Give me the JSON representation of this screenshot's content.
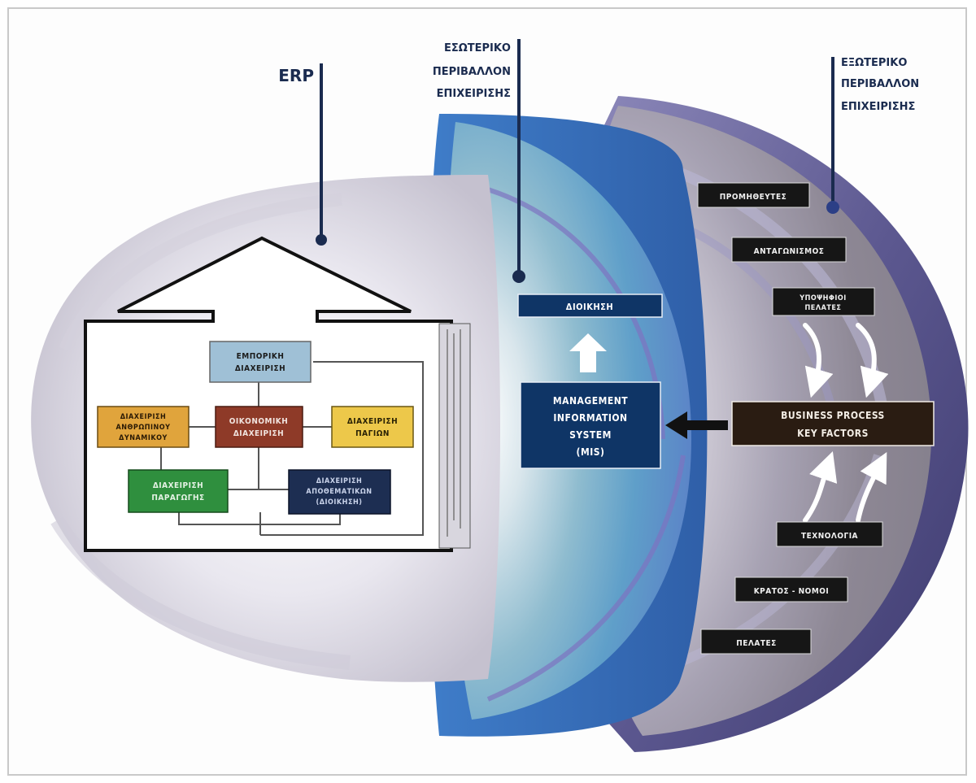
{
  "labels": {
    "erp": "ERP",
    "internal_env": [
      "ΕΣΩΤΕΡΙΚΟ",
      "ΠΕΡΙΒΑΛΛΟΝ",
      "ΕΠΙΧΕΙΡΙΣΗΣ"
    ],
    "external_env": [
      "ΕΞΩΤΕΡΙΚΟ",
      "ΠΕΡΙΒΑΛΛΟΝ",
      "ΕΠΙΧΕΙΡΙΣΗΣ"
    ]
  },
  "erp_modules": {
    "commercial": [
      "ΕΜΠΟΡΙΚΗ",
      "ΔΙΑΧΕΙΡΙΣΗ"
    ],
    "hr": [
      "ΔΙΑΧΕΙΡΙΣΗ",
      "ΑΝΘΡΩΠΙΝΟΥ",
      "ΔΥΝΑΜΙΚΟΥ"
    ],
    "financial": [
      "ΟΙΚΟΝΟΜΙΚΗ",
      "ΔΙΑΧΕΙΡΙΣΗ"
    ],
    "fixed_assets": [
      "ΔΙΑΧΕΙΡΙΣΗ",
      "ΠΑΓΙΩΝ"
    ],
    "production": [
      "ΔΙΑΧΕΙΡΙΣΗ",
      "ΠΑΡΑΓΩΓΗΣ"
    ],
    "inventory": [
      "ΔΙΑΧΕΙΡΙΣΗ",
      "ΑΠΟΘΕΜΑΤΙΚΩΝ",
      "(ΔΙΟΙΚΗΣΗ)"
    ]
  },
  "management": "ΔΙΟΙΚΗΣΗ",
  "mis": [
    "MANAGEMENT",
    "INFORMATION",
    "SYSTEM",
    "(MIS)"
  ],
  "business_process": [
    "BUSINESS PROCESS",
    "KEY FACTORS"
  ],
  "external_factors": {
    "suppliers": "ΠΡΟΜΗΘΕΥΤΕΣ",
    "competition": "ΑΝΤΑΓΩΝΙΣΜΟΣ",
    "potential_customers": [
      "ΥΠΟΨΗΦΙΟΙ",
      "ΠΕΛΑΤΕΣ"
    ],
    "technology": "ΤΕΧΝΟΛΟΓΙΑ",
    "state_laws": "ΚΡΑΤΟΣ - ΝΟΜΟΙ",
    "customers": "ΠΕΛΑΤΕΣ"
  },
  "colors": {
    "outer_shell": "#6e6a9c",
    "outer_shell_inner": "#8a8590",
    "middle_shell": "#4f84c8",
    "middle_inner": "#6fa3c6",
    "inner_sphere": "#e6e4ec",
    "commercial": "#9fc0d6",
    "hr": "#e0a43c",
    "financial": "#8e3a28",
    "fixed_assets": "#edc84a",
    "production": "#2f8f3e",
    "inventory": "#1d2e52",
    "mis_box": "#0f3566",
    "bp_box": "#2a1c12",
    "factor_box": "#161616"
  },
  "icons": [
    "arrow-up-icon",
    "arrow-left-icon",
    "curved-arrow-down-icon",
    "curved-arrow-up-icon"
  ]
}
